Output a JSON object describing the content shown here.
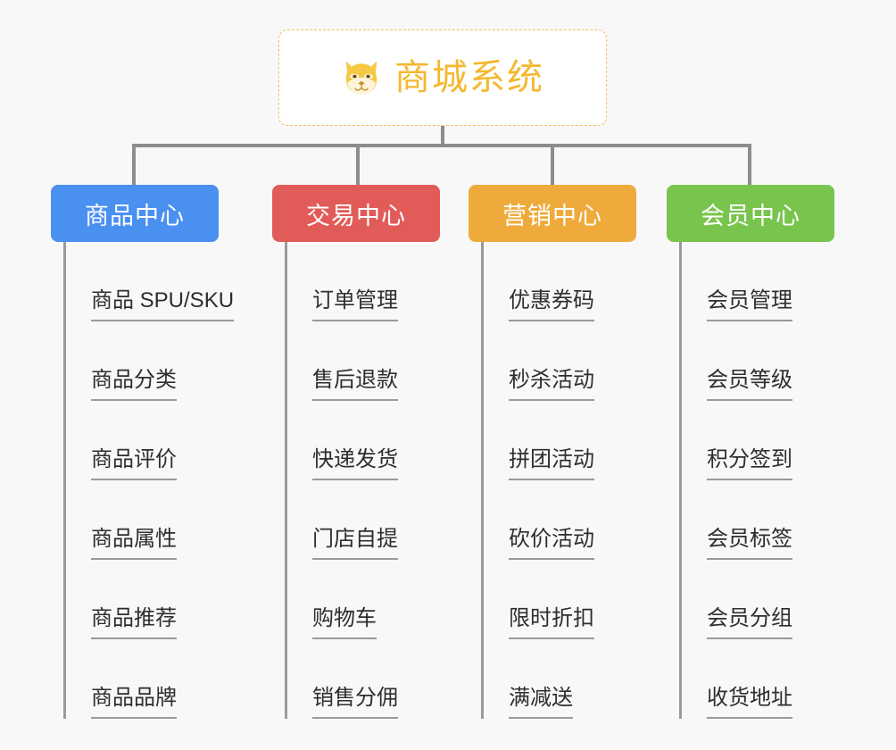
{
  "background_color": "#f8f8f8",
  "root": {
    "title": "商城系统",
    "icon": "shiba-dog-icon",
    "border_color": "#f0c060",
    "text_color": "#f5b82e"
  },
  "connector_color": "#8d8d8d",
  "columns": [
    {
      "id": "product-center",
      "label": "商品中心",
      "color": "#4a90f0",
      "items": [
        "商品 SPU/SKU",
        "商品分类",
        "商品评价",
        "商品属性",
        "商品推荐",
        "商品品牌"
      ]
    },
    {
      "id": "trade-center",
      "label": "交易中心",
      "color": "#e15b58",
      "items": [
        "订单管理",
        "售后退款",
        "快递发货",
        "门店自提",
        "购物车",
        "销售分佣"
      ]
    },
    {
      "id": "marketing-center",
      "label": "营销中心",
      "color": "#eeab3c",
      "items": [
        "优惠券码",
        "秒杀活动",
        "拼团活动",
        "砍价活动",
        "限时折扣",
        "满减送"
      ]
    },
    {
      "id": "member-center",
      "label": "会员中心",
      "color": "#79c44d",
      "items": [
        "会员管理",
        "会员等级",
        "积分签到",
        "会员标签",
        "会员分组",
        "收货地址"
      ]
    }
  ]
}
